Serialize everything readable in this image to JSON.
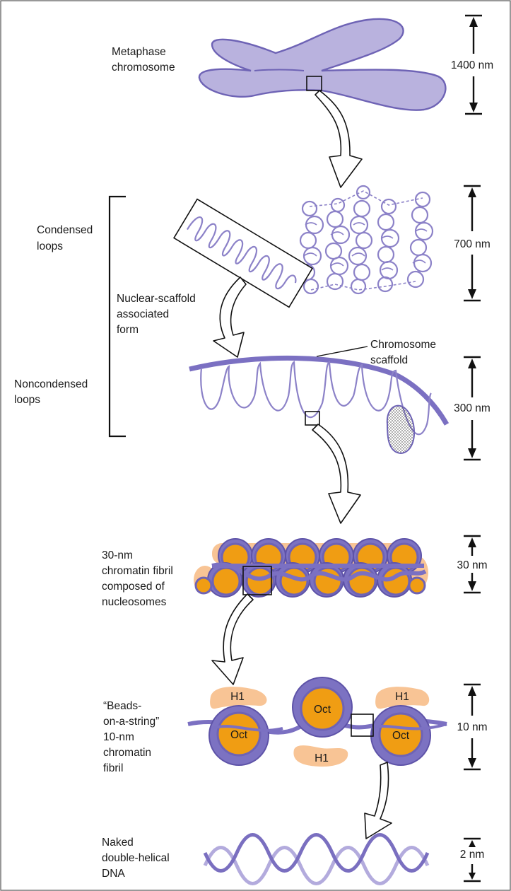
{
  "title": "",
  "labels": {
    "metaphase": [
      "Metaphase",
      "chromosome"
    ],
    "condensed": [
      "Condensed",
      "loops"
    ],
    "nuclear_scaffold": [
      "Nuclear-scaffold",
      "associated",
      "form"
    ],
    "chromosome_scaffold": [
      "Chromosome",
      "scaffold"
    ],
    "noncondensed": [
      "Noncondensed",
      "loops"
    ],
    "fibril30": [
      "30-nm",
      "chromatin fibril",
      "composed of",
      "nucleosomes"
    ],
    "beads": [
      "“Beads-",
      "on-a-string”",
      "10-nm",
      "chromatin",
      "fibril"
    ],
    "naked": [
      "Naked",
      "double-helical",
      "DNA"
    ]
  },
  "scales": {
    "s1400": "1400 nm",
    "s700": "700 nm",
    "s300": "300 nm",
    "s30": "30 nm",
    "s10": "10 nm",
    "s2": "2 nm"
  },
  "nucleosome": {
    "oct_label": "Oct",
    "h1_label": "H1"
  },
  "colors": {
    "chromatin_violet": "#b9b2de",
    "violet_outline": "#6e63b5",
    "octamer_orange": "#f09d13",
    "histone_h1_peach": "#f8c495"
  }
}
